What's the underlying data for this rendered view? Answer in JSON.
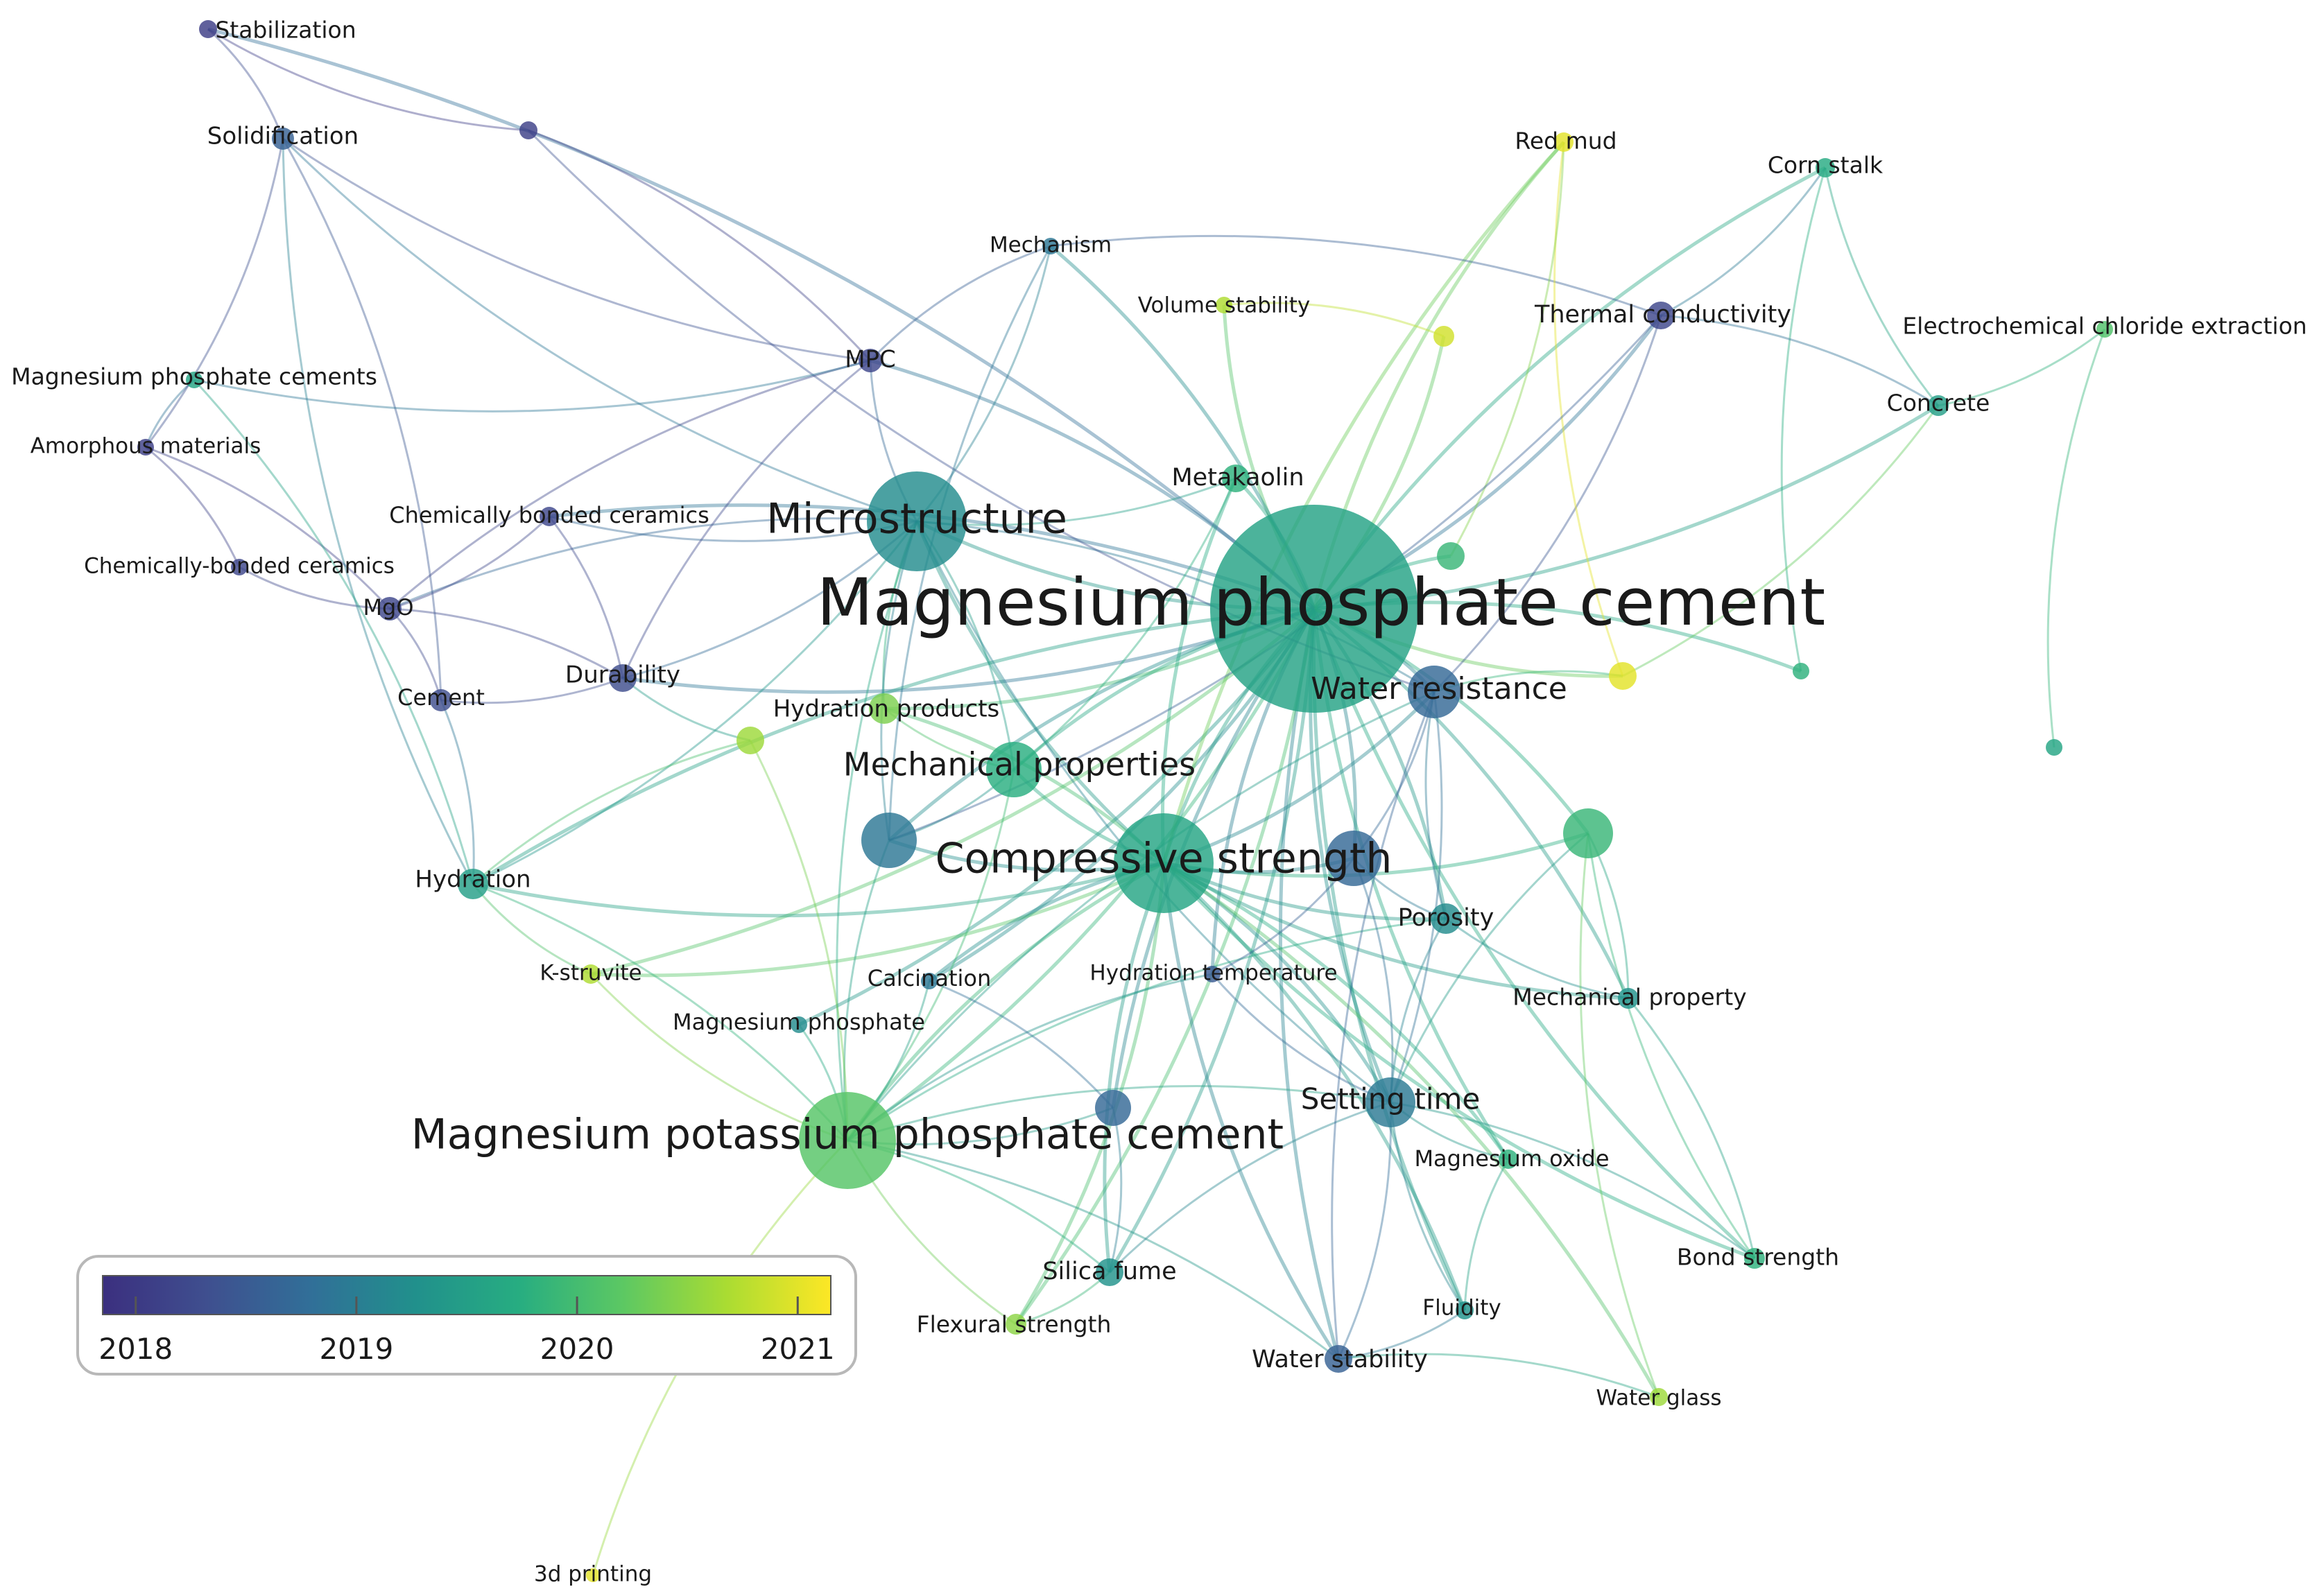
{
  "colors": {
    "scale": [
      "#3b2f7f",
      "#3f4f8f",
      "#316f98",
      "#21908c",
      "#27ad81",
      "#5cc863",
      "#aadc32",
      "#fde725"
    ],
    "label": "#1a1a1a",
    "legend_border": "#b8b8b8",
    "legend_tick": "#555555"
  },
  "legend": {
    "ticks": [
      "2018",
      "2019",
      "2020",
      "2021"
    ],
    "min": 2017.85,
    "max": 2021.15
  },
  "nodes": [
    {
      "id": "mpc_cement",
      "label": "Magnesium phosphate cement",
      "year": 2019.55,
      "weight": 100,
      "size": "xl"
    },
    {
      "id": "microstructure",
      "label": "Microstructure",
      "year": 2019.2,
      "weight": 32,
      "size": "l"
    },
    {
      "id": "mkpc",
      "label": "Magnesium potassium phosphate cement",
      "year": 2020.15,
      "weight": 30,
      "size": "l"
    },
    {
      "id": "compressive",
      "label": "Compressive strength",
      "year": 2019.6,
      "weight": 38,
      "size": "l"
    },
    {
      "id": "mech_props",
      "label": "Mechanical properties",
      "year": 2019.75,
      "weight": 12,
      "size": "m"
    },
    {
      "id": "water_res",
      "label": "Water resistance",
      "year": 2018.7,
      "weight": 10,
      "size": "m"
    },
    {
      "id": "setting",
      "label": "Setting time",
      "year": 2018.95,
      "weight": 9,
      "size": "m"
    },
    {
      "id": "hydration_products",
      "label": "Hydration products",
      "year": 2020.4,
      "weight": 4,
      "size": "s"
    },
    {
      "id": "hydration",
      "label": "Hydration",
      "year": 2019.5,
      "weight": 4,
      "size": "s"
    },
    {
      "id": "durability",
      "label": "Durability",
      "year": 2018.3,
      "weight": 3,
      "size": "s"
    },
    {
      "id": "mgo",
      "label": "MgO",
      "year": 2018.2,
      "weight": 2,
      "size": "s"
    },
    {
      "id": "cement",
      "label": "Cement",
      "year": 2018.3,
      "weight": 2,
      "size": "s"
    },
    {
      "id": "chem_bonded",
      "label": "Chemically bonded ceramics",
      "year": 2018.2,
      "weight": 1.5,
      "size": "s"
    },
    {
      "id": "chem_bonded2",
      "label": "Chemically-bonded ceramics",
      "year": 2018.2,
      "weight": 1.2,
      "size": "s"
    },
    {
      "id": "amorphous",
      "label": "Amorphous materials",
      "year": 2018.1,
      "weight": 1,
      "size": "s"
    },
    {
      "id": "mp_cements",
      "label": "Magnesium phosphate cements",
      "year": 2019.6,
      "weight": 1.2,
      "size": "s"
    },
    {
      "id": "stabilization",
      "label": "Stabilization",
      "year": 2018.05,
      "weight": 1.2,
      "size": "s"
    },
    {
      "id": "solidification",
      "label": "Solidification",
      "year": 2018.6,
      "weight": 1.5,
      "size": "s"
    },
    {
      "id": "mpc",
      "label": "MPC",
      "year": 2018.2,
      "weight": 2,
      "size": "s"
    },
    {
      "id": "mechanism",
      "label": "Mechanism",
      "year": 2018.9,
      "weight": 1,
      "size": "s"
    },
    {
      "id": "volume",
      "label": "Volume stability",
      "year": 2020.7,
      "weight": 1,
      "size": "s"
    },
    {
      "id": "red_mud",
      "label": "Red mud",
      "year": 2021.0,
      "weight": 1.5,
      "size": "s"
    },
    {
      "id": "corn_stalk",
      "label": "Corn stalk",
      "year": 2019.7,
      "weight": 1.5,
      "size": "s"
    },
    {
      "id": "thermal",
      "label": "Thermal conductivity",
      "year": 2018.2,
      "weight": 2.5,
      "size": "s"
    },
    {
      "id": "electro",
      "label": "Electrochemical chloride extraction",
      "year": 2020.1,
      "weight": 1.2,
      "size": "s"
    },
    {
      "id": "concrete",
      "label": "Concrete",
      "year": 2019.5,
      "weight": 1.5,
      "size": "s"
    },
    {
      "id": "metakaolin",
      "label": "Metakaolin",
      "year": 2019.8,
      "weight": 2,
      "size": "s"
    },
    {
      "id": "porosity",
      "label": "Porosity",
      "year": 2019.2,
      "weight": 2.5,
      "size": "s"
    },
    {
      "id": "mech_prop",
      "label": "Mechanical property",
      "year": 2019.3,
      "weight": 1.5,
      "size": "s"
    },
    {
      "id": "kstruvite",
      "label": "K-struvite",
      "year": 2020.7,
      "weight": 1.5,
      "size": "s"
    },
    {
      "id": "calcination",
      "label": "Calcination",
      "year": 2018.9,
      "weight": 1,
      "size": "s"
    },
    {
      "id": "hyd_temp",
      "label": "Hydration temperature",
      "year": 2018.5,
      "weight": 1,
      "size": "s"
    },
    {
      "id": "mg_phosphate",
      "label": "Magnesium phosphate",
      "year": 2019.2,
      "weight": 1,
      "size": "s"
    },
    {
      "id": "mg_oxide",
      "label": "Magnesium oxide",
      "year": 2019.8,
      "weight": 1.2,
      "size": "s"
    },
    {
      "id": "silica_fume",
      "label": "Silica fume",
      "year": 2019.3,
      "weight": 2,
      "size": "s"
    },
    {
      "id": "flexural",
      "label": "Flexural strength",
      "year": 2020.5,
      "weight": 1.5,
      "size": "s"
    },
    {
      "id": "water_stab",
      "label": "Water stability",
      "year": 2018.6,
      "weight": 2,
      "size": "s"
    },
    {
      "id": "fluidity",
      "label": "Fluidity",
      "year": 2019.3,
      "weight": 1.2,
      "size": "s"
    },
    {
      "id": "bond",
      "label": "Bond strength",
      "year": 2019.8,
      "weight": 1.5,
      "size": "s"
    },
    {
      "id": "water_glass",
      "label": "Water glass",
      "year": 2020.6,
      "weight": 1,
      "size": "s"
    },
    {
      "id": "printing",
      "label": "3d printing",
      "year": 2021.0,
      "weight": 1,
      "size": "s"
    },
    {
      "id": "u_a",
      "label": "",
      "year": 2018.1,
      "weight": 1,
      "size": "s"
    },
    {
      "id": "u_b",
      "label": "",
      "year": 2020.9,
      "weight": 1.2,
      "size": "s"
    },
    {
      "id": "u_c",
      "label": "",
      "year": 2019.9,
      "weight": 1.5,
      "size": "s"
    },
    {
      "id": "u_d",
      "label": "",
      "year": 2021.0,
      "weight": 1.5,
      "size": "s"
    },
    {
      "id": "u_e",
      "label": "",
      "year": 2019.8,
      "weight": 1,
      "size": "s"
    },
    {
      "id": "u_f",
      "label": "",
      "year": 2020.6,
      "weight": 1.5,
      "size": "s"
    },
    {
      "id": "u_g",
      "label": "",
      "year": 2019.9,
      "weight": 5,
      "size": "s"
    },
    {
      "id": "u_h",
      "label": "",
      "year": 2018.9,
      "weight": 7,
      "size": "s"
    },
    {
      "id": "u_i",
      "label": "",
      "year": 2018.7,
      "weight": 6,
      "size": "s"
    },
    {
      "id": "u_j",
      "label": "",
      "year": 2018.7,
      "weight": 3,
      "size": "s"
    },
    {
      "id": "u_k",
      "label": "",
      "year": 2019.6,
      "weight": 1,
      "size": "s"
    }
  ],
  "links": [
    [
      "mpc_cement",
      "microstructure"
    ],
    [
      "mpc_cement",
      "compressive"
    ],
    [
      "mpc_cement",
      "mkpc"
    ],
    [
      "mpc_cement",
      "mech_props"
    ],
    [
      "mpc_cement",
      "water_res"
    ],
    [
      "mpc_cement",
      "setting"
    ],
    [
      "mpc_cement",
      "hydration_products"
    ],
    [
      "mpc_cement",
      "metakaolin"
    ],
    [
      "mpc_cement",
      "porosity"
    ],
    [
      "mpc_cement",
      "thermal"
    ],
    [
      "mpc_cement",
      "red_mud"
    ],
    [
      "mpc_cement",
      "concrete"
    ],
    [
      "mpc_cement",
      "corn_stalk"
    ],
    [
      "mpc_cement",
      "mpc"
    ],
    [
      "mpc_cement",
      "durability"
    ],
    [
      "mpc_cement",
      "hydration"
    ],
    [
      "mpc_cement",
      "silica_fume"
    ],
    [
      "mpc_cement",
      "water_stab"
    ],
    [
      "mpc_cement",
      "flexural"
    ],
    [
      "mpc_cement",
      "bond"
    ],
    [
      "mpc_cement",
      "mech_prop"
    ],
    [
      "mpc_cement",
      "mg_oxide"
    ],
    [
      "mpc_cement",
      "volume"
    ],
    [
      "mpc_cement",
      "mechanism"
    ],
    [
      "mpc_cement",
      "u_g"
    ],
    [
      "mpc_cement",
      "u_h"
    ],
    [
      "mpc_cement",
      "u_i"
    ],
    [
      "mpc_cement",
      "u_j"
    ],
    [
      "mpc_cement",
      "u_c"
    ],
    [
      "mpc_cement",
      "u_d"
    ],
    [
      "mpc_cement",
      "u_e"
    ],
    [
      "mpc_cement",
      "u_b"
    ],
    [
      "mpc_cement",
      "kstruvite"
    ],
    [
      "mpc_cement",
      "hyd_temp"
    ],
    [
      "mpc_cement",
      "calcination"
    ],
    [
      "mpc_cement",
      "fluidity"
    ],
    [
      "mpc_cement",
      "mg_phosphate"
    ],
    [
      "mpc_cement",
      "chem_bonded"
    ],
    [
      "compressive",
      "microstructure"
    ],
    [
      "compressive",
      "mkpc"
    ],
    [
      "compressive",
      "setting"
    ],
    [
      "compressive",
      "water_res"
    ],
    [
      "compressive",
      "mech_props"
    ],
    [
      "compressive",
      "porosity"
    ],
    [
      "compressive",
      "hydration"
    ],
    [
      "compressive",
      "silica_fume"
    ],
    [
      "compressive",
      "flexural"
    ],
    [
      "compressive",
      "water_stab"
    ],
    [
      "compressive",
      "fluidity"
    ],
    [
      "compressive",
      "u_g"
    ],
    [
      "compressive",
      "u_h"
    ],
    [
      "compressive",
      "u_i"
    ],
    [
      "compressive",
      "metakaolin"
    ],
    [
      "compressive",
      "hydration_products"
    ],
    [
      "compressive",
      "kstruvite"
    ],
    [
      "compressive",
      "calcination"
    ],
    [
      "compressive",
      "mg_oxide"
    ],
    [
      "compressive",
      "bond"
    ],
    [
      "compressive",
      "water_glass"
    ],
    [
      "compressive",
      "mech_prop"
    ],
    [
      "compressive",
      "red_mud"
    ],
    [
      "microstructure",
      "mkpc"
    ],
    [
      "microstructure",
      "mech_props"
    ],
    [
      "microstructure",
      "hydration_products"
    ],
    [
      "microstructure",
      "mpc"
    ],
    [
      "microstructure",
      "metakaolin"
    ],
    [
      "microstructure",
      "durability"
    ],
    [
      "microstructure",
      "mgo"
    ],
    [
      "microstructure",
      "hydration"
    ],
    [
      "microstructure",
      "setting"
    ],
    [
      "microstructure",
      "water_res"
    ],
    [
      "microstructure",
      "u_h"
    ],
    [
      "microstructure",
      "chem_bonded"
    ],
    [
      "microstructure",
      "mechanism"
    ],
    [
      "microstructure",
      "solidification"
    ],
    [
      "mkpc",
      "hydration"
    ],
    [
      "mkpc",
      "kstruvite"
    ],
    [
      "mkpc",
      "mg_phosphate"
    ],
    [
      "mkpc",
      "setting"
    ],
    [
      "mkpc",
      "mech_props"
    ],
    [
      "mkpc",
      "silica_fume"
    ],
    [
      "mkpc",
      "flexural"
    ],
    [
      "mkpc",
      "water_res"
    ],
    [
      "mkpc",
      "printing"
    ],
    [
      "mkpc",
      "u_h"
    ],
    [
      "mkpc",
      "u_j"
    ],
    [
      "mkpc",
      "water_stab"
    ],
    [
      "mkpc",
      "u_f"
    ],
    [
      "mkpc",
      "porosity"
    ],
    [
      "mkpc",
      "calcination"
    ],
    [
      "mkpc",
      "hyd_temp"
    ],
    [
      "setting",
      "water_res"
    ],
    [
      "setting",
      "porosity"
    ],
    [
      "setting",
      "fluidity"
    ],
    [
      "setting",
      "water_stab"
    ],
    [
      "setting",
      "mg_oxide"
    ],
    [
      "setting",
      "bond"
    ],
    [
      "setting",
      "u_i"
    ],
    [
      "setting",
      "u_g"
    ],
    [
      "setting",
      "silica_fume"
    ],
    [
      "setting",
      "hyd_temp"
    ],
    [
      "water_res",
      "thermal"
    ],
    [
      "water_res",
      "u_d"
    ],
    [
      "water_res",
      "porosity"
    ],
    [
      "water_res",
      "u_i"
    ],
    [
      "water_res",
      "water_stab"
    ],
    [
      "mech_props",
      "hydration_products"
    ],
    [
      "mech_props",
      "metakaolin"
    ],
    [
      "mech_props",
      "u_h"
    ],
    [
      "durability",
      "mgo"
    ],
    [
      "durability",
      "cement"
    ],
    [
      "durability",
      "chem_bonded"
    ],
    [
      "durability",
      "mpc"
    ],
    [
      "durability",
      "u_f"
    ],
    [
      "mgo",
      "chem_bonded2"
    ],
    [
      "mgo",
      "chem_bonded"
    ],
    [
      "mgo",
      "cement"
    ],
    [
      "mgo",
      "amorphous"
    ],
    [
      "cement",
      "hydration"
    ],
    [
      "chem_bonded2",
      "amorphous"
    ],
    [
      "amorphous",
      "mp_cements"
    ],
    [
      "amorphous",
      "solidification"
    ],
    [
      "stabilization",
      "solidification"
    ],
    [
      "stabilization",
      "u_a"
    ],
    [
      "stabilization",
      "mpc_cement"
    ],
    [
      "solidification",
      "mpc"
    ],
    [
      "solidification",
      "cement"
    ],
    [
      "solidification",
      "hydration"
    ],
    [
      "u_a",
      "mpc"
    ],
    [
      "u_a",
      "water_res"
    ],
    [
      "mpc",
      "mechanism"
    ],
    [
      "mpc",
      "mgo"
    ],
    [
      "mechanism",
      "thermal"
    ],
    [
      "mechanism",
      "u_h"
    ],
    [
      "volume",
      "u_b"
    ],
    [
      "red_mud",
      "u_d"
    ],
    [
      "red_mud",
      "u_c"
    ],
    [
      "corn_stalk",
      "concrete"
    ],
    [
      "corn_stalk",
      "thermal"
    ],
    [
      "corn_stalk",
      "u_e"
    ],
    [
      "electro",
      "concrete"
    ],
    [
      "electro",
      "u_k"
    ],
    [
      "concrete",
      "u_d"
    ],
    [
      "concrete",
      "thermal"
    ],
    [
      "thermal",
      "u_h"
    ],
    [
      "porosity",
      "mech_prop"
    ],
    [
      "porosity",
      "u_i"
    ],
    [
      "mech_prop",
      "u_g"
    ],
    [
      "mech_prop",
      "bond"
    ],
    [
      "mg_oxide",
      "fluidity"
    ],
    [
      "silica_fume",
      "flexural"
    ],
    [
      "water_stab",
      "fluidity"
    ],
    [
      "water_glass",
      "u_g"
    ],
    [
      "water_glass",
      "water_stab"
    ],
    [
      "bond",
      "u_g"
    ],
    [
      "hydration",
      "kstruvite"
    ],
    [
      "hydration",
      "u_f"
    ],
    [
      "u_j",
      "calcination"
    ],
    [
      "u_j",
      "silica_fume"
    ],
    [
      "hyd_temp",
      "u_i"
    ],
    [
      "mp_cements",
      "hydration"
    ],
    [
      "mp_cements",
      "mpc"
    ]
  ]
}
